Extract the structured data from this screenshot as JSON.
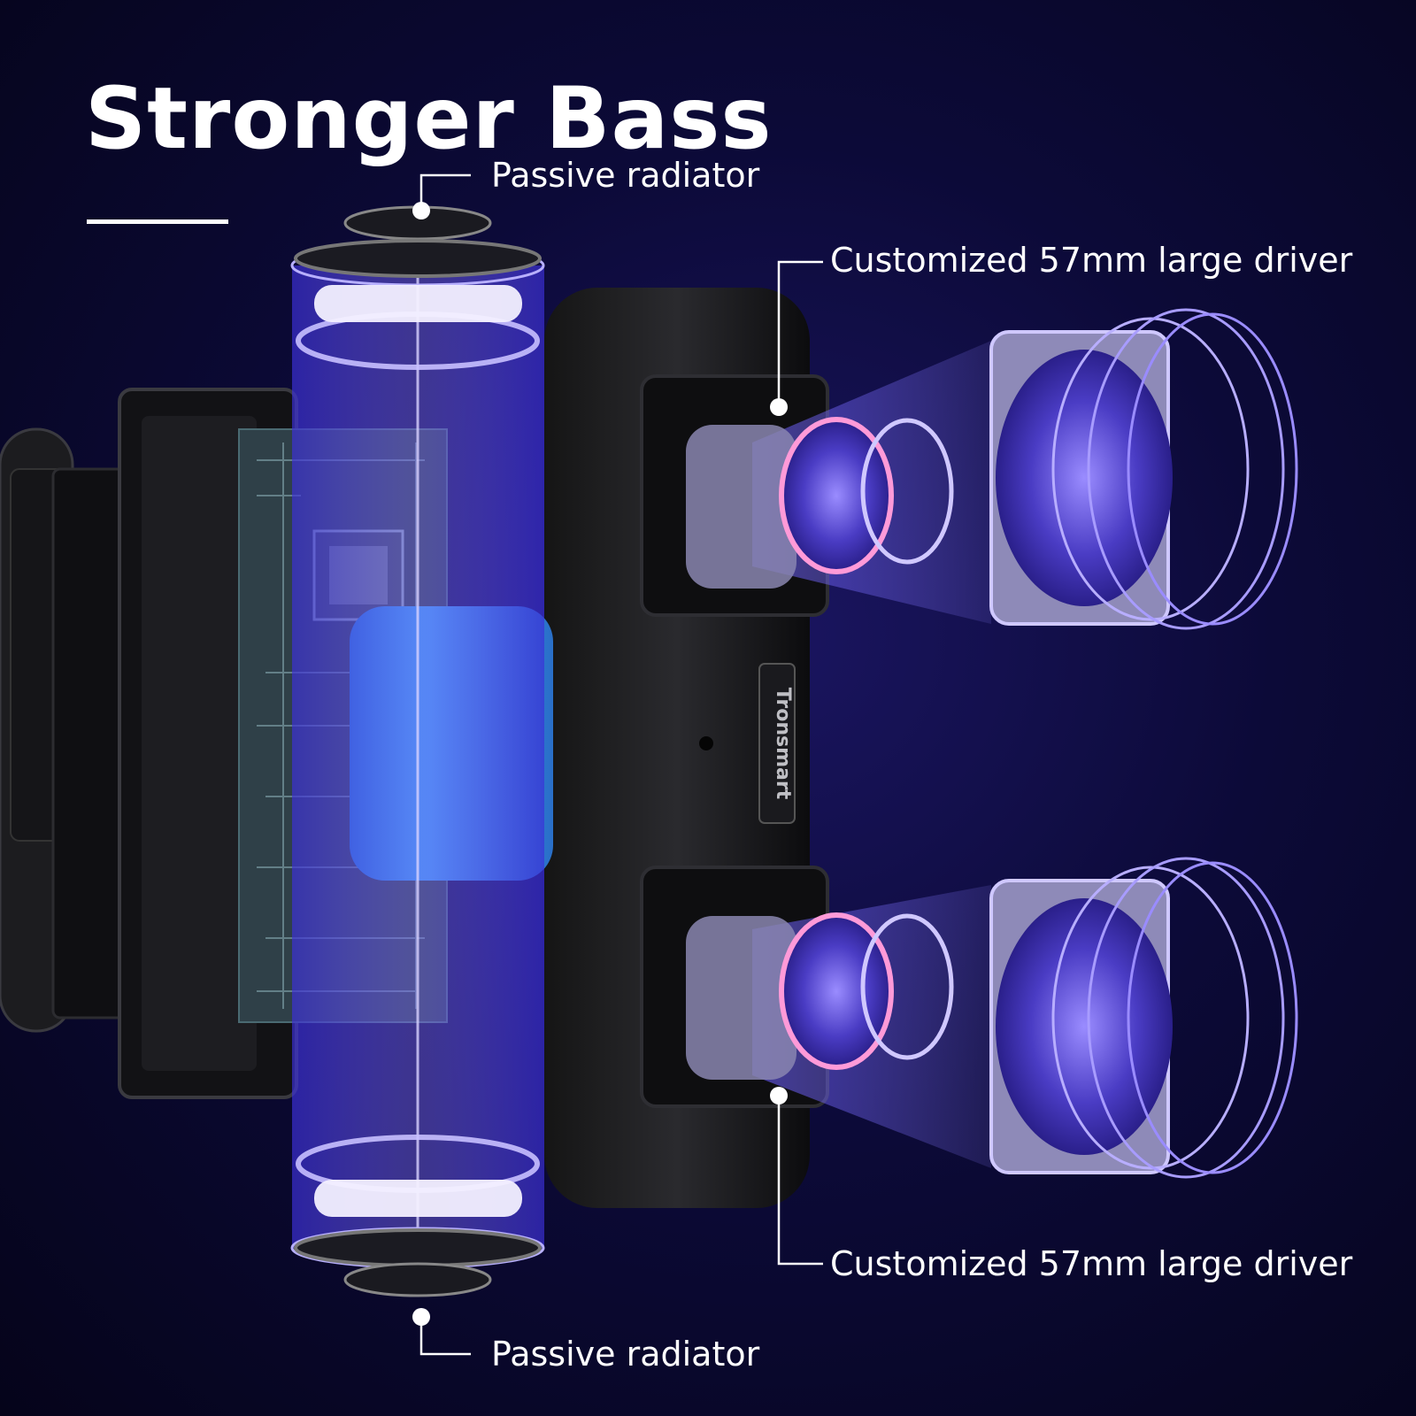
{
  "headline": "Stronger Bass",
  "callouts": {
    "top_radiator": "Passive radiator",
    "bottom_radiator": "Passive radiator",
    "top_driver": "Customized 57mm large driver",
    "bottom_driver": "Customized 57mm large driver"
  },
  "brand_text": "Tronsmart",
  "colors": {
    "background": "#0c0a38",
    "glow": "#5b4bff",
    "text": "#ffffff",
    "battery": "#2b8fe6"
  },
  "icons": [
    "speaker-driver-icon",
    "passive-radiator-icon",
    "circuit-board-icon",
    "battery-icon"
  ]
}
